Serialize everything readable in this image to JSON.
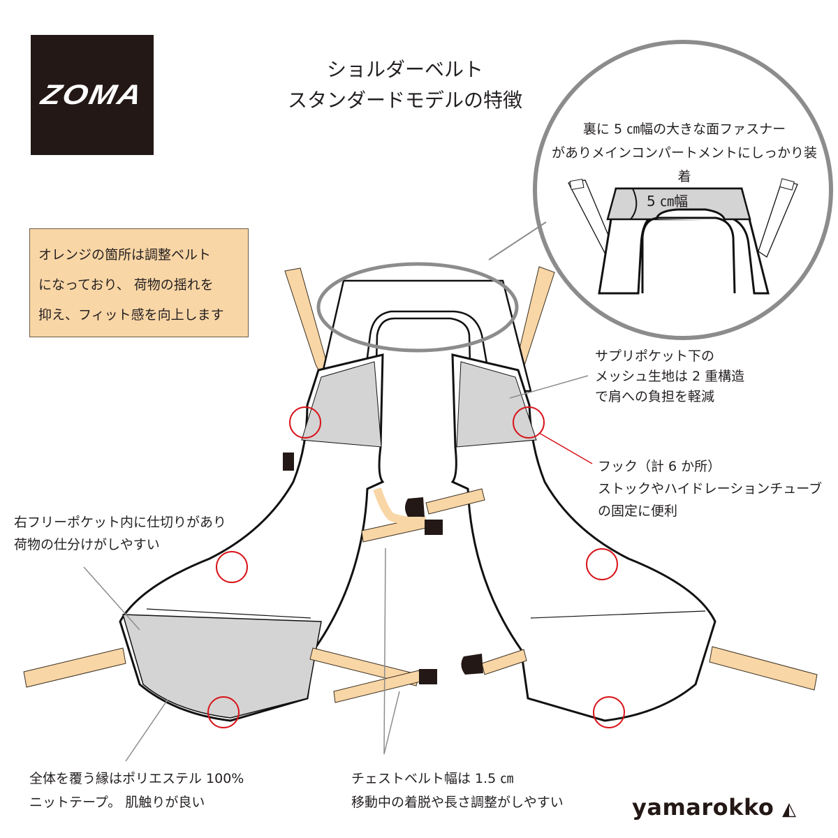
{
  "logo": {
    "text": "ZOMA",
    "bg_color": "#231815"
  },
  "title": {
    "line1": "ショルダーベルト",
    "line2": "スタンダードモデルの特徴"
  },
  "orange_note": {
    "lines": [
      "オレンジの箇所は調整ベルト",
      "になっており、 荷物の揺れを",
      "抑え、フィット感を向上します"
    ],
    "bg_color": "#f9d6a6"
  },
  "zoom_callout": {
    "lines": [
      "裏に 5 ㎝幅の大きな面ファスナー",
      "がありメインコンパートメントにしっかり装着"
    ],
    "width_label": "5 ㎝幅"
  },
  "callouts": {
    "mesh": [
      "サプリポケット下の",
      "メッシュ生地は 2 重構造",
      "で肩への負担を軽減"
    ],
    "hooks": [
      "フック（計 6 か所）",
      "ストックやハイドレーションチューブ",
      "の固定に便利"
    ],
    "pocket": [
      "右フリーポケット内に仕切りがあり",
      "荷物の仕分けがしやすい"
    ],
    "edge": [
      "全体を覆う縁はポリエステル 100%",
      "ニットテープ。 肌触りが良い"
    ],
    "chest": [
      "チェストベルト幅は 1.5 ㎝",
      "移動中の着脱や長さ調整がしやすい"
    ]
  },
  "brand": {
    "text": "yamarokko"
  },
  "colors": {
    "strap": "#f9d6a6",
    "mesh": "#d4d4d4",
    "hook_circle": "#d7141a",
    "leader": "#8c8c8c",
    "outline": "#111111"
  }
}
